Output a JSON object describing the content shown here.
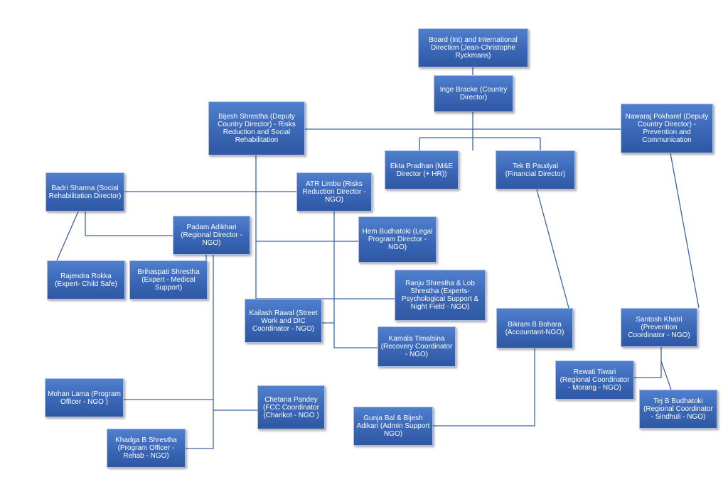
{
  "nodes": [
    {
      "id": "board",
      "label": "Board (Int) and International Direction (Jean-Christophe Ryckmans)"
    },
    {
      "id": "inge",
      "label": "Inge Bracke (Country Director)"
    },
    {
      "id": "bijesh",
      "label": "Bijesh Shrestha (Deputy Country Director) - Risks Reduction and Social Rehabilitation"
    },
    {
      "id": "nawaraj",
      "label": "Nawaraj Pokharel (Deputy Country Director) - Prevention and Communication"
    },
    {
      "id": "ekta",
      "label": "Ekta Pradhan (M&E Director (+ HR))"
    },
    {
      "id": "tek",
      "label": "Tek B Paudyal (Financial Director)"
    },
    {
      "id": "badri",
      "label": "Badri Sharma (Social Rehabilitation Director)"
    },
    {
      "id": "atr",
      "label": "ATR Limbu (Risks Reduction Director - NGO)"
    },
    {
      "id": "padam",
      "label": "Padam Adikhari (Regional Director - NGO)"
    },
    {
      "id": "hem",
      "label": "Hem Budhatoki (Legal Program Director - NGO)"
    },
    {
      "id": "rajendra",
      "label": "Rajendra Rokka (Expert- Child Safe)"
    },
    {
      "id": "brihaspati",
      "label": "Brihaspati Shrestha (Expert - Medical Support)"
    },
    {
      "id": "ranju",
      "label": "Ranju Shrestha & Lob Shrestha (Experts- Psychological Support & Night Field - NGO)"
    },
    {
      "id": "kailash",
      "label": "Kailash Rawal (Street Work and DIC Coordinator - NGO)"
    },
    {
      "id": "kamala",
      "label": "Kamala Timalsina (Recovery Coordinator - NGO)"
    },
    {
      "id": "bikram",
      "label": "Bikram B Bohara (Accountant-NGO)"
    },
    {
      "id": "santosh",
      "label": "Santosh Khatri (Prevention Coordinator - NGO)"
    },
    {
      "id": "rewati",
      "label": "Rewati Tiwari (Regional Coordinator - Morang - NGO)"
    },
    {
      "id": "tej",
      "label": "Tej B Budhatoki (Regional Coordinator - Sindhuli - NGO)"
    },
    {
      "id": "mohan",
      "label": "Mohan Lama (Program Officer - NGO )"
    },
    {
      "id": "chetana",
      "label": "Chetana Pandey (FCC Coordinator (Charikot - NGO )"
    },
    {
      "id": "gunja",
      "label": "Gunja Bal & Bijesh Adikari (Admin Support NGO)"
    },
    {
      "id": "khadga",
      "label": "Khadga B Shrestha (Program Officer - Rehab - NGO)"
    }
  ],
  "colors": {
    "box": "#3a67b6",
    "line": "#3f63a8",
    "text": "#ffffff"
  }
}
